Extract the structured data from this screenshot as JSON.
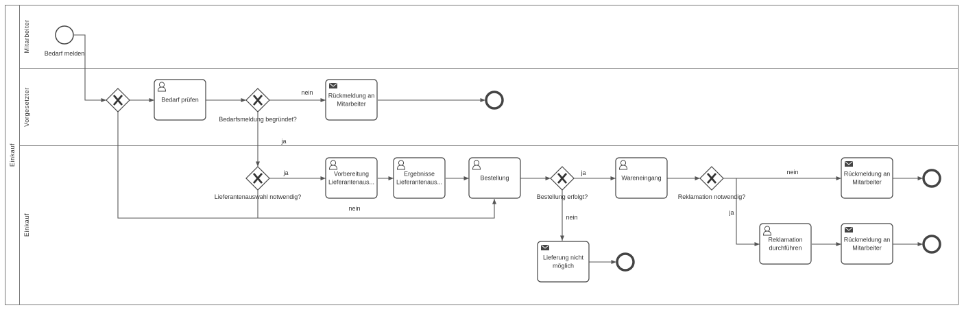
{
  "pool": {
    "label": "Einkauf"
  },
  "lanes": [
    {
      "id": "mitarbeiter",
      "label": "Mitarbeiter"
    },
    {
      "id": "vorgesetzter",
      "label": "Vorgesetzter"
    },
    {
      "id": "einkauf",
      "label": "Einkauf"
    }
  ],
  "events": [
    {
      "id": "start",
      "kind": "start",
      "label": "Bedarf melden"
    },
    {
      "id": "end1",
      "kind": "end"
    },
    {
      "id": "end2",
      "kind": "end"
    },
    {
      "id": "end3",
      "kind": "end"
    },
    {
      "id": "end4",
      "kind": "end"
    },
    {
      "id": "end5",
      "kind": "end"
    }
  ],
  "tasks": [
    {
      "id": "bedarf_pruefen",
      "kind": "user",
      "lines": [
        "Bedarf prüfen"
      ]
    },
    {
      "id": "rueck1",
      "kind": "message",
      "lines": [
        "Rückmeldung an",
        "Mitarbeiter"
      ]
    },
    {
      "id": "vorbereitung",
      "kind": "user",
      "lines": [
        "Vorbereitung",
        "Lieferantenaus..."
      ]
    },
    {
      "id": "ergebnisse",
      "kind": "user",
      "lines": [
        "Ergebnisse",
        "Lieferantenaus..."
      ]
    },
    {
      "id": "bestellung",
      "kind": "user",
      "lines": [
        "Bestellung"
      ]
    },
    {
      "id": "wareneingang",
      "kind": "user",
      "lines": [
        "Wareneingang"
      ]
    },
    {
      "id": "rueck2",
      "kind": "message",
      "lines": [
        "Rückmeldung an",
        "Mitarbeiter"
      ]
    },
    {
      "id": "reklamation",
      "kind": "user",
      "lines": [
        "Reklamation",
        "durchführen"
      ]
    },
    {
      "id": "rueck3",
      "kind": "message",
      "lines": [
        "Rückmeldung an",
        "Mitarbeiter"
      ]
    },
    {
      "id": "lieferung",
      "kind": "message",
      "lines": [
        "Lieferung nicht",
        "möglich"
      ]
    }
  ],
  "gateways": [
    {
      "id": "gw_merge",
      "label": ""
    },
    {
      "id": "gw_begruendet",
      "label": "Bedarfsmeldung begründet?"
    },
    {
      "id": "gw_lieferantenauswahl",
      "label": "Lieferantenauswahl notwendig?"
    },
    {
      "id": "gw_bestellung",
      "label": "Bestellung erfolgt?"
    },
    {
      "id": "gw_reklamation",
      "label": "Reklamation notwendig?"
    }
  ],
  "flow_labels": [
    {
      "id": "fl_nein_1",
      "text": "nein"
    },
    {
      "id": "fl_ja_1",
      "text": "ja"
    },
    {
      "id": "fl_ja_2",
      "text": "ja"
    },
    {
      "id": "fl_nein_2",
      "text": "nein"
    },
    {
      "id": "fl_ja_3",
      "text": "ja"
    },
    {
      "id": "fl_nein_3",
      "text": "nein"
    },
    {
      "id": "fl_nein_4",
      "text": "nein"
    },
    {
      "id": "fl_ja_4",
      "text": "ja"
    }
  ]
}
